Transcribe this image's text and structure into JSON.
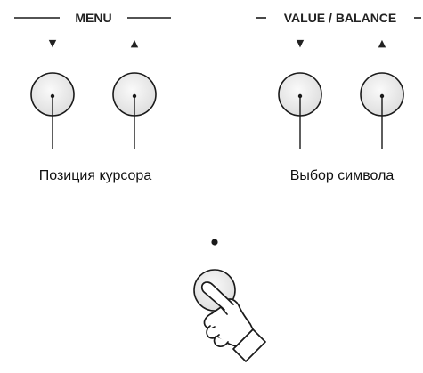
{
  "menu_group": {
    "title": "MENU",
    "down_arrow": "▼",
    "up_arrow": "▲",
    "caption": "Позиция курсора"
  },
  "value_group": {
    "title": "VALUE / BALANCE",
    "down_arrow": "▼",
    "up_arrow": "▲",
    "caption": "Выбор символа"
  },
  "icons": {
    "press_button": "hand-pressing-button-icon",
    "indicator": "indicator-dot-icon"
  },
  "colors": {
    "button_fill": "#eeeeee",
    "line": "#1a1a1a"
  }
}
